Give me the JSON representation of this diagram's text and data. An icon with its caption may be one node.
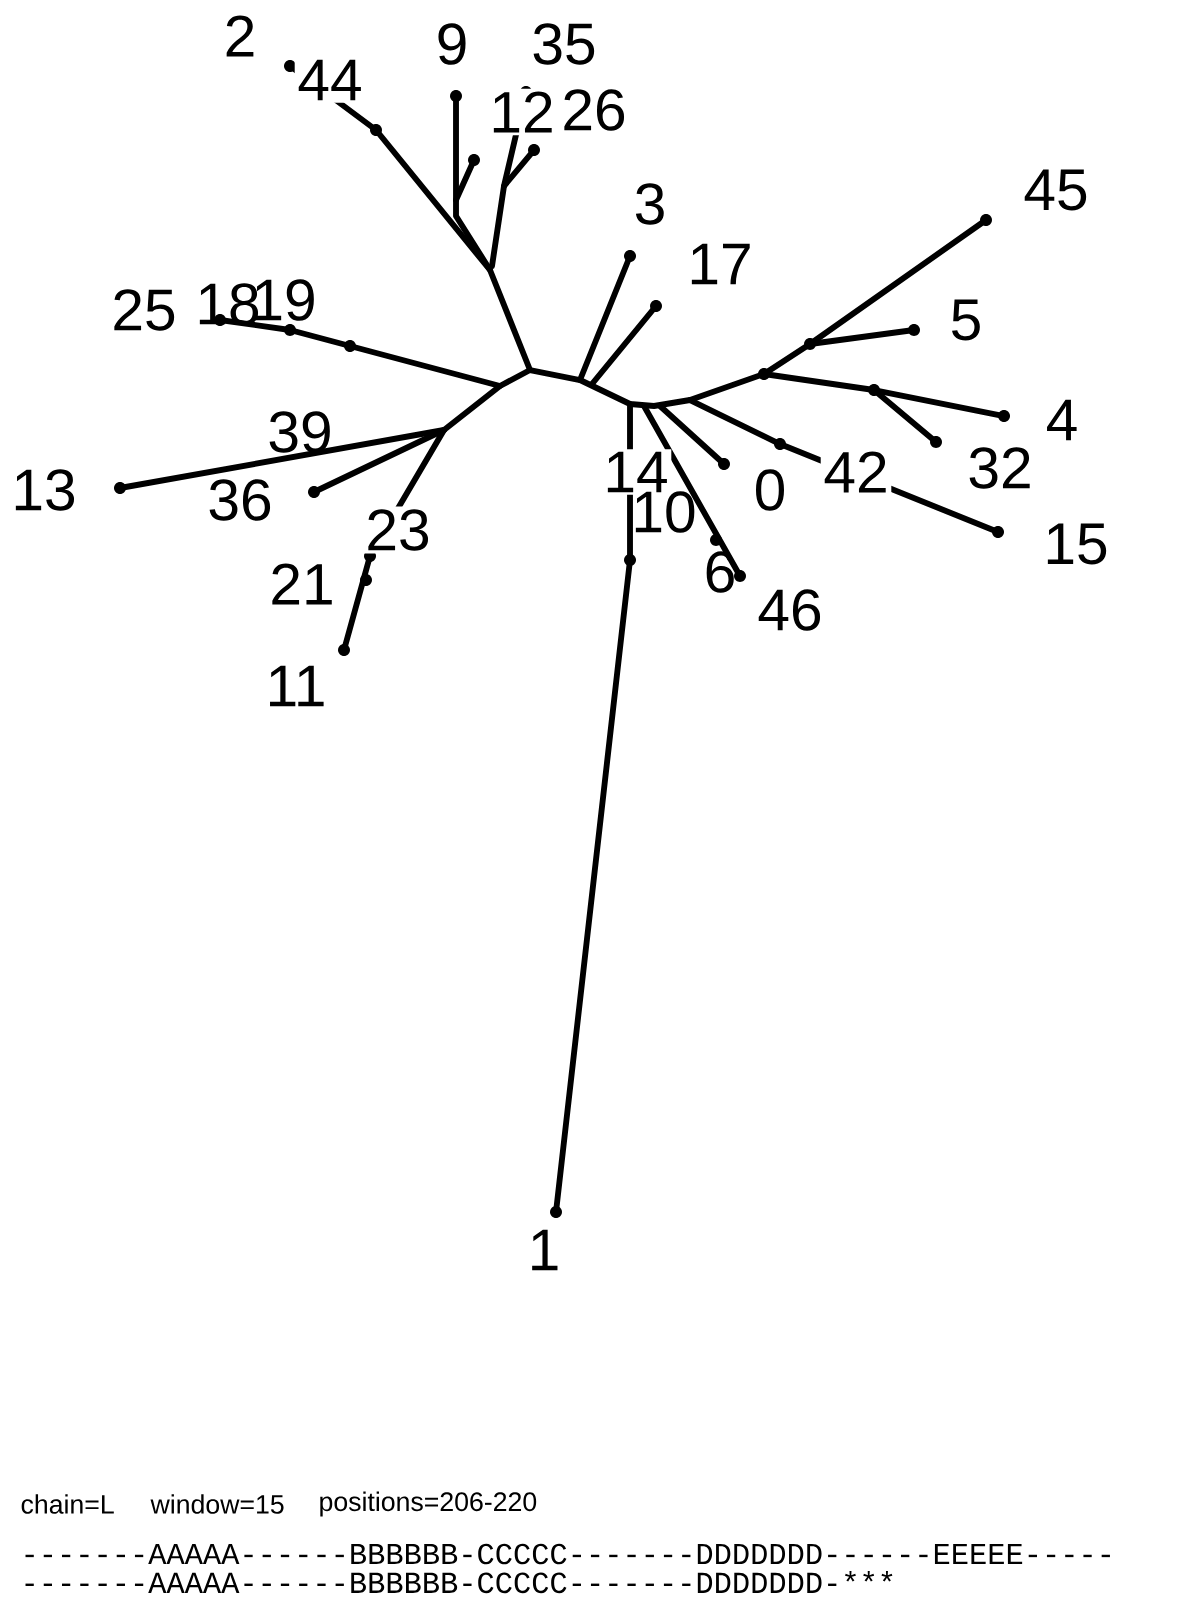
{
  "diagram": {
    "labels": [
      "2",
      "9",
      "35",
      "44",
      "12",
      "26",
      "45",
      "3",
      "17",
      "25",
      "18",
      "19",
      "5",
      "4",
      "39",
      "42",
      "14",
      "32",
      "13",
      "0",
      "36",
      "15",
      "10",
      "23",
      "6",
      "21",
      "46",
      "11",
      "1",
      "chain=L",
      "window=15",
      "positions=206-220",
      "-------AAAAA------BBBBBB-CCCCC-------DDDDDDD------EEEEE-----",
      "-------AAAAA------BBBBBB-CCCCC-------DDDDDDD-***"
    ]
  }
}
